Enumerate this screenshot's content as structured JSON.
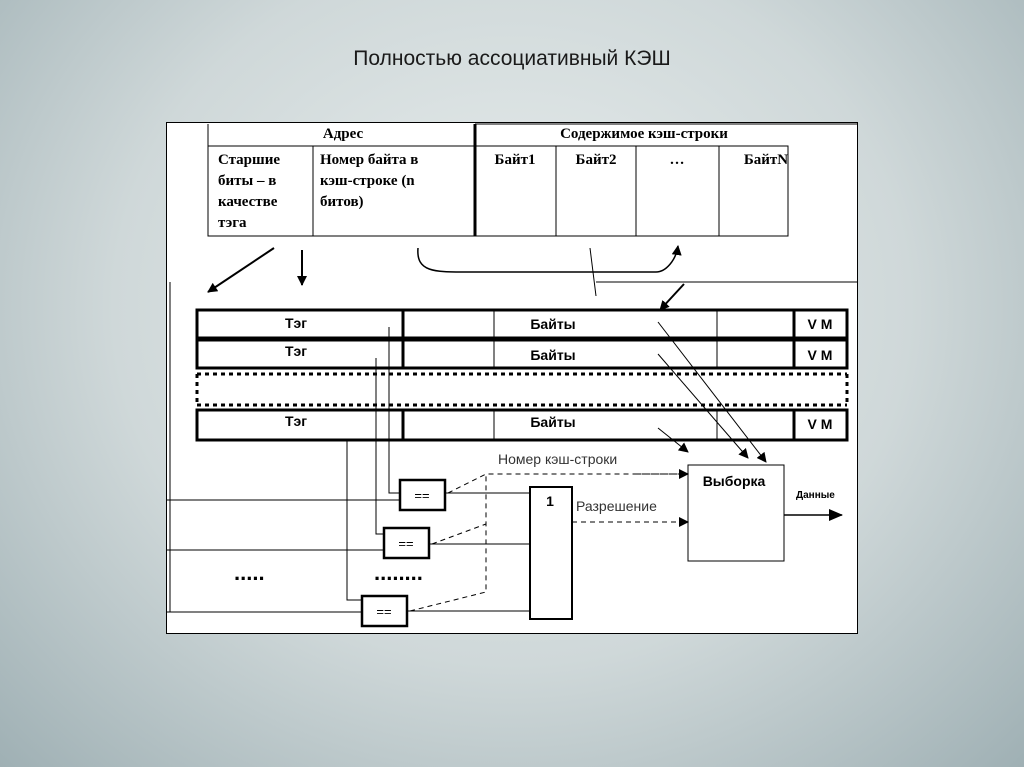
{
  "slide": {
    "title": "Полностью ассоциативный КЭШ"
  },
  "address": {
    "header": "Адрес",
    "tag_field": [
      "Старшие",
      "биты – в",
      "качестве",
      "тэга"
    ],
    "byte_field": [
      "Номер байта в",
      "кэш-строке (n",
      "битов)"
    ]
  },
  "content": {
    "header": "Содержимое кэш-строки",
    "bytes": [
      "Байт1",
      "Байт2",
      "…",
      "БайтN"
    ]
  },
  "cache_rows": [
    {
      "tag": "Тэг",
      "bytes": "Байты",
      "flags": "V M"
    },
    {
      "tag": "Тэг",
      "bytes": "Байты",
      "flags": "V M"
    },
    {
      "tag": "Тэг",
      "bytes": "Байты",
      "flags": "V M"
    }
  ],
  "comparators": [
    "==",
    "==",
    "=="
  ],
  "ellipsis_left": ".....",
  "ellipsis_right": "........",
  "or_gate": {
    "label": "1"
  },
  "labels": {
    "line_number": "Номер кэш-строки",
    "enable": "Разрешение",
    "select": "Выборка",
    "data": "Данные"
  }
}
